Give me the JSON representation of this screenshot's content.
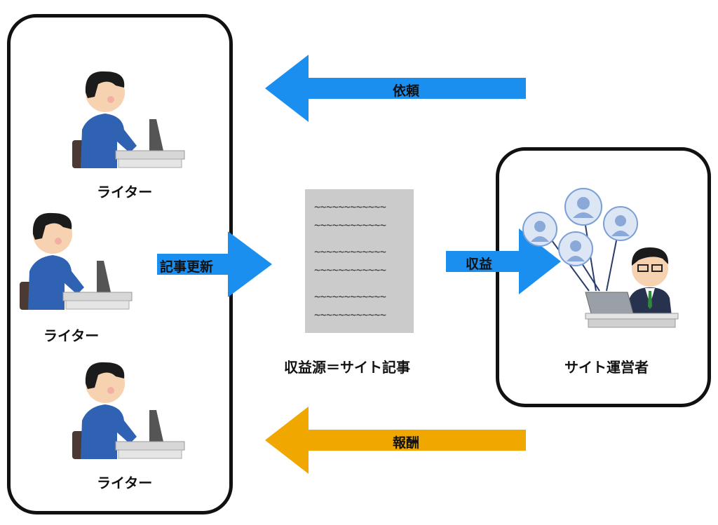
{
  "diagram": {
    "writers": [
      {
        "label": "ライター"
      },
      {
        "label": "ライター"
      },
      {
        "label": "ライター"
      }
    ],
    "arrows": {
      "request": {
        "label": "依頼",
        "color": "#1a8ff0"
      },
      "update": {
        "label": "記事更新",
        "color": "#1a8ff0"
      },
      "revenue": {
        "label": "収益",
        "color": "#1a8ff0"
      },
      "reward": {
        "label": "報酬",
        "color": "#f0a800"
      }
    },
    "document": {
      "lines": [
        "~~~~~~~~~~~~",
        "~~~~~~~~~~~~",
        "~~~~~~~~~~~~",
        "~~~~~~~~~~~~",
        "~~~~~~~~~~~~",
        "~~~~~~~~~~~~"
      ],
      "caption": "収益源＝サイト記事"
    },
    "operator": {
      "label": "サイト運営者"
    }
  }
}
